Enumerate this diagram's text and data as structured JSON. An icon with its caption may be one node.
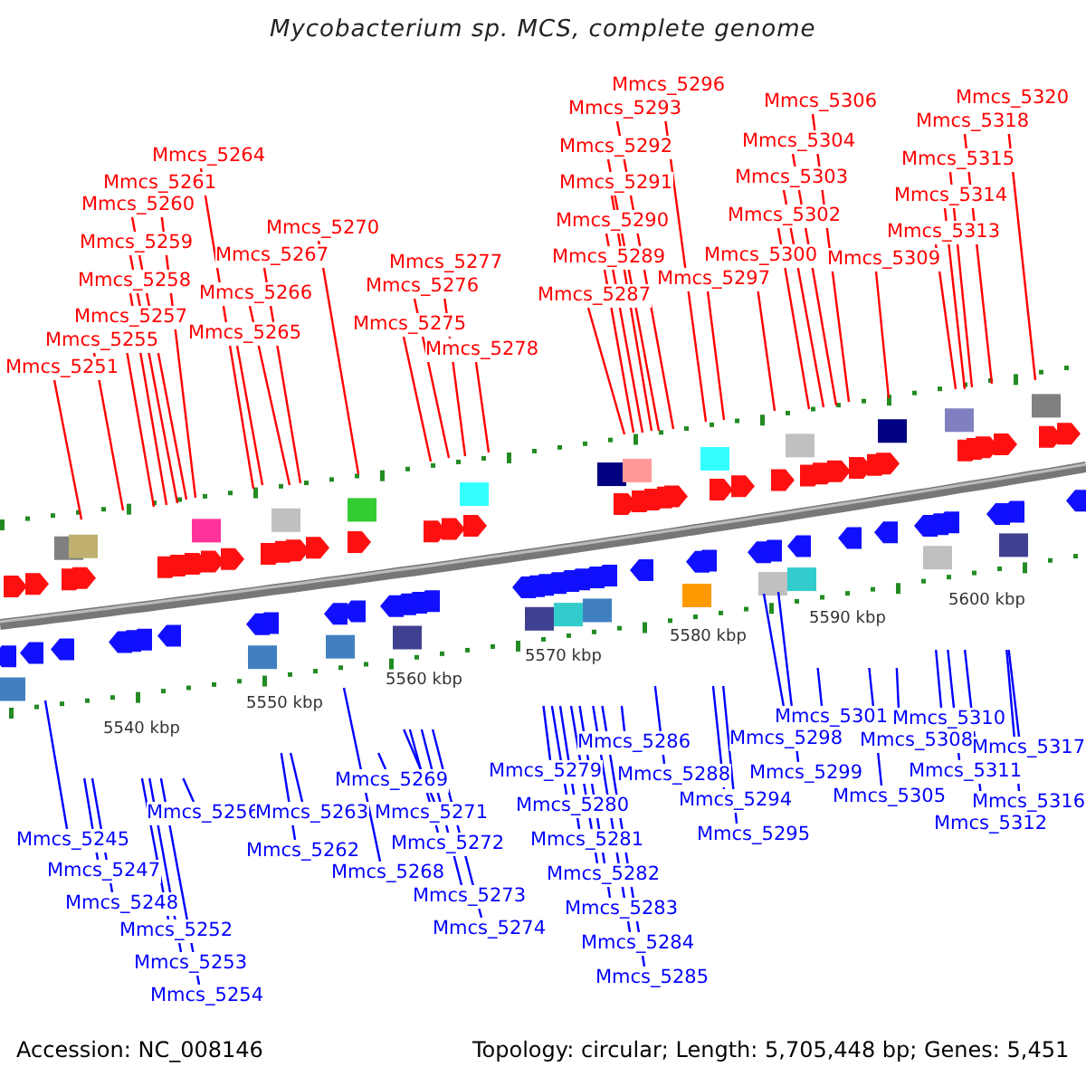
{
  "diagram": {
    "title": "Mycobacterium sp. MCS, complete genome",
    "nodes": [
      {
        "text": [
          "Mmcs_5251"
        ]
      },
      {
        "text": [
          "Mmcs_5255"
        ]
      },
      {
        "text": [
          "Mmcs_5257"
        ]
      },
      {
        "text": [
          "Mmcs_5258"
        ]
      },
      {
        "text": [
          "Mmcs_5259"
        ]
      },
      {
        "text": [
          "Mmcs_5260"
        ]
      },
      {
        "text": [
          "Mmcs_5261"
        ]
      },
      {
        "text": [
          "Mmcs_5264"
        ]
      },
      {
        "text": [
          "Mmcs_5265"
        ]
      },
      {
        "text": [
          "Mmcs_5266"
        ]
      },
      {
        "text": [
          "Mmcs_5267"
        ]
      },
      {
        "text": [
          "Mmcs_5270"
        ]
      },
      {
        "text": [
          "Mmcs_5275"
        ]
      },
      {
        "text": [
          "Mmcs_5276"
        ]
      },
      {
        "text": [
          "Mmcs_5277"
        ]
      },
      {
        "text": [
          "Mmcs_5278"
        ]
      },
      {
        "text": [
          "Mmcs_5287"
        ]
      },
      {
        "text": [
          "Mmcs_5289"
        ]
      },
      {
        "text": [
          "Mmcs_5290"
        ]
      },
      {
        "text": [
          "Mmcs_5291"
        ]
      },
      {
        "text": [
          "Mmcs_5292"
        ]
      },
      {
        "text": [
          "Mmcs_5293"
        ]
      },
      {
        "text": [
          "Mmcs_5296"
        ]
      },
      {
        "text": [
          "Mmcs_5297"
        ]
      },
      {
        "text": [
          "Mmcs_5300"
        ]
      },
      {
        "text": [
          "Mmcs_5302"
        ]
      },
      {
        "text": [
          "Mmcs_5303"
        ]
      },
      {
        "text": [
          "Mmcs_5304"
        ]
      },
      {
        "text": [
          "Mmcs_5306"
        ]
      },
      {
        "text": [
          "Mmcs_5309"
        ]
      },
      {
        "text": [
          "Mmcs_5313"
        ]
      },
      {
        "text": [
          "Mmcs_5314"
        ]
      },
      {
        "text": [
          "Mmcs_5315"
        ]
      },
      {
        "text": [
          "Mmcs_5318"
        ]
      },
      {
        "text": [
          "Mmcs_5320"
        ]
      },
      {
        "text": [
          "Mmcs_5245"
        ]
      },
      {
        "text": [
          "Mmcs_5247"
        ]
      },
      {
        "text": [
          "Mmcs_5248"
        ]
      },
      {
        "text": [
          "Mmcs_5252"
        ]
      },
      {
        "text": [
          "Mmcs_5253"
        ]
      },
      {
        "text": [
          "Mmcs_5254"
        ]
      },
      {
        "text": [
          "Mmcs_5256"
        ]
      },
      {
        "text": [
          "Mmcs_5262"
        ]
      },
      {
        "text": [
          "Mmcs_5263"
        ]
      },
      {
        "text": [
          "Mmcs_5268"
        ]
      },
      {
        "text": [
          "Mmcs_5269"
        ]
      },
      {
        "text": [
          "Mmcs_5271"
        ]
      },
      {
        "text": [
          "Mmcs_5272"
        ]
      },
      {
        "text": [
          "Mmcs_5273"
        ]
      },
      {
        "text": [
          "Mmcs_5274"
        ]
      },
      {
        "text": [
          "Mmcs_5279"
        ]
      },
      {
        "text": [
          "Mmcs_5280"
        ]
      },
      {
        "text": [
          "Mmcs_5281"
        ]
      },
      {
        "text": [
          "Mmcs_5282"
        ]
      },
      {
        "text": [
          "Mmcs_5283"
        ]
      },
      {
        "text": [
          "Mmcs_5284"
        ]
      },
      {
        "text": [
          "Mmcs_5285"
        ]
      },
      {
        "text": [
          "Mmcs_5286"
        ]
      },
      {
        "text": [
          "Mmcs_5288"
        ]
      },
      {
        "text": [
          "Mmcs_5294"
        ]
      },
      {
        "text": [
          "Mmcs_5295"
        ]
      },
      {
        "text": [
          "Mmcs_5298"
        ]
      },
      {
        "text": [
          "Mmcs_5299"
        ]
      },
      {
        "text": [
          "Mmcs_5301"
        ]
      },
      {
        "text": [
          "Mmcs_5305"
        ]
      },
      {
        "text": [
          "Mmcs_5308"
        ]
      },
      {
        "text": [
          "Mmcs_5310"
        ]
      },
      {
        "text": [
          "Mmcs_5311"
        ]
      },
      {
        "text": [
          "Mmcs_5312"
        ]
      },
      {
        "text": [
          "Mmcs_5316"
        ]
      },
      {
        "text": [
          "Mmcs_5317"
        ]
      }
    ],
    "edges": [
      {
        "from": 0,
        "to": null,
        "arrow": "none",
        "color": "#ff0000"
      },
      {
        "from": 1,
        "to": null,
        "arrow": "none",
        "color": "#ff0000"
      },
      {
        "from": 2,
        "to": null,
        "arrow": "none",
        "color": "#ff0000"
      },
      {
        "from": 3,
        "to": null,
        "arrow": "none",
        "color": "#ff0000"
      },
      {
        "from": 4,
        "to": null,
        "arrow": "none",
        "color": "#ff0000"
      },
      {
        "from": 5,
        "to": null,
        "arrow": "none",
        "color": "#ff0000"
      },
      {
        "from": 6,
        "to": null,
        "arrow": "none",
        "color": "#ff0000"
      },
      {
        "from": 7,
        "to": null,
        "arrow": "none",
        "color": "#ff0000"
      },
      {
        "from": 8,
        "to": null,
        "arrow": "none",
        "color": "#ff0000"
      },
      {
        "from": 9,
        "to": null,
        "arrow": "none",
        "color": "#ff0000"
      },
      {
        "from": 10,
        "to": null,
        "arrow": "none",
        "color": "#ff0000"
      },
      {
        "from": 11,
        "to": null,
        "arrow": "none",
        "color": "#ff0000"
      },
      {
        "from": 12,
        "to": null,
        "arrow": "none",
        "color": "#ff0000"
      },
      {
        "from": 13,
        "to": null,
        "arrow": "none",
        "color": "#ff0000"
      },
      {
        "from": 14,
        "to": null,
        "arrow": "none",
        "color": "#ff0000"
      },
      {
        "from": 15,
        "to": null,
        "arrow": "none",
        "color": "#ff0000"
      },
      {
        "from": 16,
        "to": null,
        "arrow": "none",
        "color": "#ff0000"
      },
      {
        "from": 17,
        "to": null,
        "arrow": "none",
        "color": "#ff0000"
      },
      {
        "from": 18,
        "to": null,
        "arrow": "none",
        "color": "#ff0000"
      },
      {
        "from": 19,
        "to": null,
        "arrow": "none",
        "color": "#ff0000"
      },
      {
        "from": 20,
        "to": null,
        "arrow": "none",
        "color": "#ff0000"
      },
      {
        "from": 21,
        "to": null,
        "arrow": "none",
        "color": "#ff0000"
      },
      {
        "from": 22,
        "to": null,
        "arrow": "none",
        "color": "#ff0000"
      },
      {
        "from": 23,
        "to": null,
        "arrow": "none",
        "color": "#ff0000"
      },
      {
        "from": 24,
        "to": null,
        "arrow": "none",
        "color": "#ff0000"
      },
      {
        "from": 25,
        "to": null,
        "arrow": "none",
        "color": "#ff0000"
      },
      {
        "from": 26,
        "to": null,
        "arrow": "none",
        "color": "#ff0000"
      },
      {
        "from": 27,
        "to": null,
        "arrow": "none",
        "color": "#ff0000"
      },
      {
        "from": 28,
        "to": null,
        "arrow": "none",
        "color": "#ff0000"
      },
      {
        "from": 29,
        "to": null,
        "arrow": "none",
        "color": "#ff0000"
      },
      {
        "from": 30,
        "to": null,
        "arrow": "none",
        "color": "#ff0000"
      },
      {
        "from": 31,
        "to": null,
        "arrow": "none",
        "color": "#ff0000"
      },
      {
        "from": 32,
        "to": null,
        "arrow": "none",
        "color": "#ff0000"
      },
      {
        "from": 33,
        "to": null,
        "arrow": "none",
        "color": "#ff0000"
      },
      {
        "from": 34,
        "to": null,
        "arrow": "none",
        "color": "#ff0000"
      },
      {
        "from": 35,
        "to": null,
        "arrow": "none"
      },
      {
        "from": 36,
        "to": null,
        "arrow": "none"
      },
      {
        "from": 37,
        "to": null,
        "arrow": "none"
      },
      {
        "from": 38,
        "to": null,
        "arrow": "none"
      },
      {
        "from": 39,
        "to": null,
        "arrow": "none"
      },
      {
        "from": 40,
        "to": null,
        "arrow": "none"
      },
      {
        "from": 41,
        "to": null,
        "arrow": "none"
      },
      {
        "from": 42,
        "to": null,
        "arrow": "none"
      },
      {
        "from": 43,
        "to": null,
        "arrow": "none"
      },
      {
        "from": 44,
        "to": null,
        "arrow": "none"
      },
      {
        "from": 45,
        "to": null,
        "arrow": "none"
      },
      {
        "from": 46,
        "to": null,
        "arrow": "none"
      },
      {
        "from": 47,
        "to": null,
        "arrow": "none"
      },
      {
        "from": 48,
        "to": null,
        "arrow": "none"
      },
      {
        "from": 49,
        "to": null,
        "arrow": "none"
      },
      {
        "from": 50,
        "to": null,
        "arrow": "none"
      },
      {
        "from": 51,
        "to": null,
        "arrow": "none"
      },
      {
        "from": 52,
        "to": null,
        "arrow": "none"
      },
      {
        "from": 53,
        "to": null,
        "arrow": "none"
      },
      {
        "from": 54,
        "to": null,
        "arrow": "none"
      },
      {
        "from": 55,
        "to": null,
        "arrow": "none"
      },
      {
        "from": 56,
        "to": null,
        "arrow": "none"
      },
      {
        "from": 57,
        "to": null,
        "arrow": "none"
      },
      {
        "from": 58,
        "to": null,
        "arrow": "none"
      },
      {
        "from": 59,
        "to": null,
        "arrow": "none"
      },
      {
        "from": 60,
        "to": null,
        "arrow": "none"
      },
      {
        "from": 61,
        "to": null,
        "arrow": "none"
      },
      {
        "from": 62,
        "to": null,
        "arrow": "none"
      },
      {
        "from": 63,
        "to": null,
        "arrow": "none"
      },
      {
        "from": 64,
        "to": null,
        "arrow": "none"
      },
      {
        "from": 65,
        "to": null,
        "arrow": "none"
      },
      {
        "from": 66,
        "to": null,
        "arrow": "none"
      },
      {
        "from": 67,
        "to": null,
        "arrow": "none"
      },
      {
        "from": 68,
        "to": null,
        "arrow": "none"
      },
      {
        "from": 69,
        "to": null,
        "arrow": "none"
      },
      {
        "from": 70,
        "to": null,
        "arrow": "none"
      }
    ],
    "labels": [
      "5540 kbp",
      "5550 kbp",
      "5560 kbp",
      "5570 kbp",
      "5580 kbp",
      "5590 kbp",
      "5600 kbp",
      "Accession: NC_008146",
      "Topology: circular; Length: 5,705,448 bp; Genes: 5,451"
    ]
  }
}
